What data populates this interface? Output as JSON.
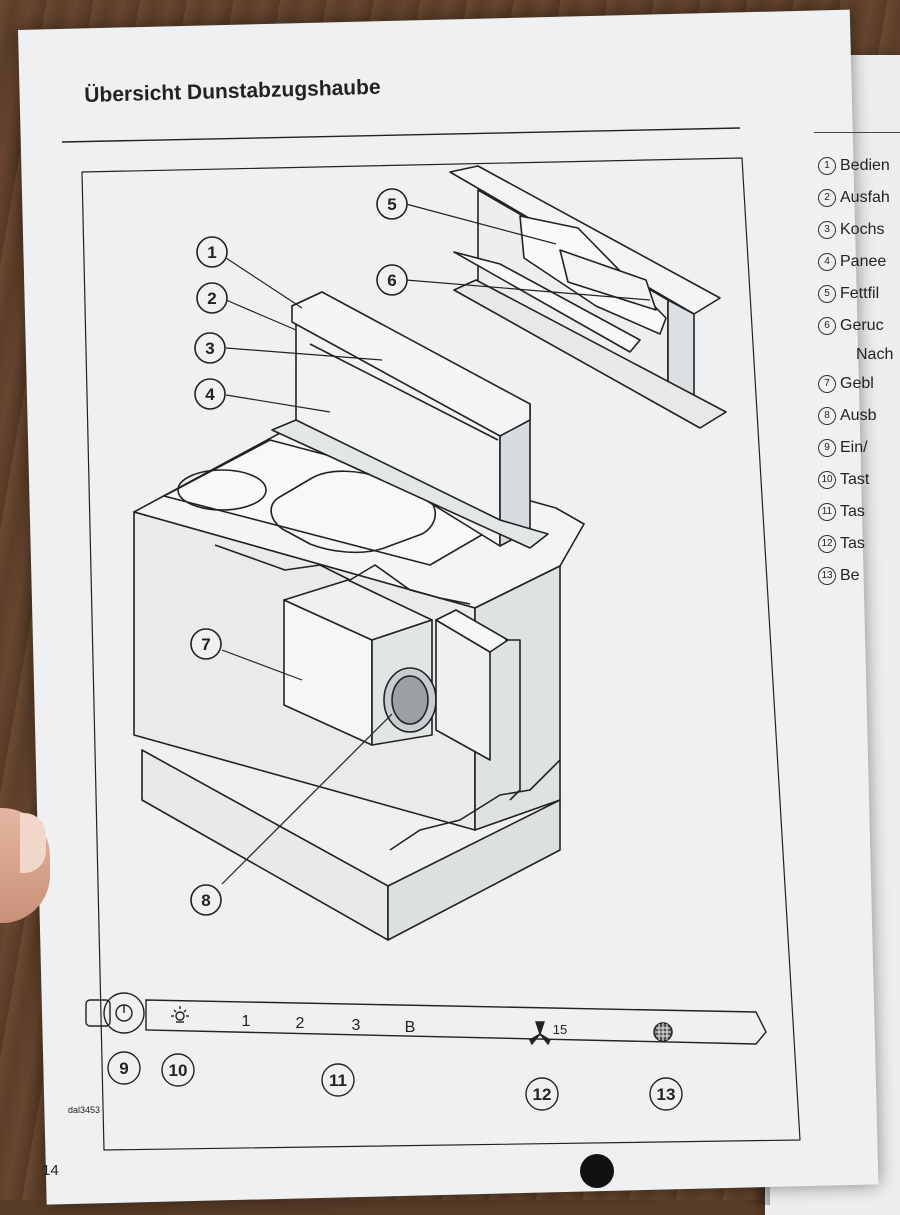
{
  "page": {
    "title": "Übersicht Dunstabzugshaube",
    "page_number": "14",
    "figure_code": "dal3453"
  },
  "callouts": [
    "1",
    "2",
    "3",
    "4",
    "5",
    "6",
    "7",
    "8"
  ],
  "panel": {
    "labels": {
      "light": "☼",
      "level_1": "1",
      "level_2": "2",
      "level_3": "3",
      "boost": "B",
      "fan_timer": "15"
    },
    "numbers": [
      "9",
      "10",
      "11",
      "12",
      "13"
    ]
  },
  "legend_fragments": [
    {
      "num": "1",
      "text": "Bedien"
    },
    {
      "num": "2",
      "text": "Ausfah"
    },
    {
      "num": "3",
      "text": "Kochs"
    },
    {
      "num": "4",
      "text": "Panee"
    },
    {
      "num": "5",
      "text": "Fettfil"
    },
    {
      "num": "6",
      "text": "Geruc",
      "cont": "Nach"
    },
    {
      "num": "7",
      "text": "Gebl"
    },
    {
      "num": "8",
      "text": "Ausb"
    },
    {
      "num": "9",
      "text": "Ein/"
    },
    {
      "num": "10",
      "text": "Tast"
    },
    {
      "num": "11",
      "text": "Tas"
    },
    {
      "num": "12",
      "text": "Tas"
    },
    {
      "num": "13",
      "text": "Be"
    }
  ],
  "icons": {
    "power": "power-icon",
    "light": "light-icon",
    "fan": "fan-icon",
    "filter": "filter-icon"
  },
  "colors": {
    "paper": "#eef0f1",
    "ink": "#222222",
    "wood": "#5c3f29"
  }
}
